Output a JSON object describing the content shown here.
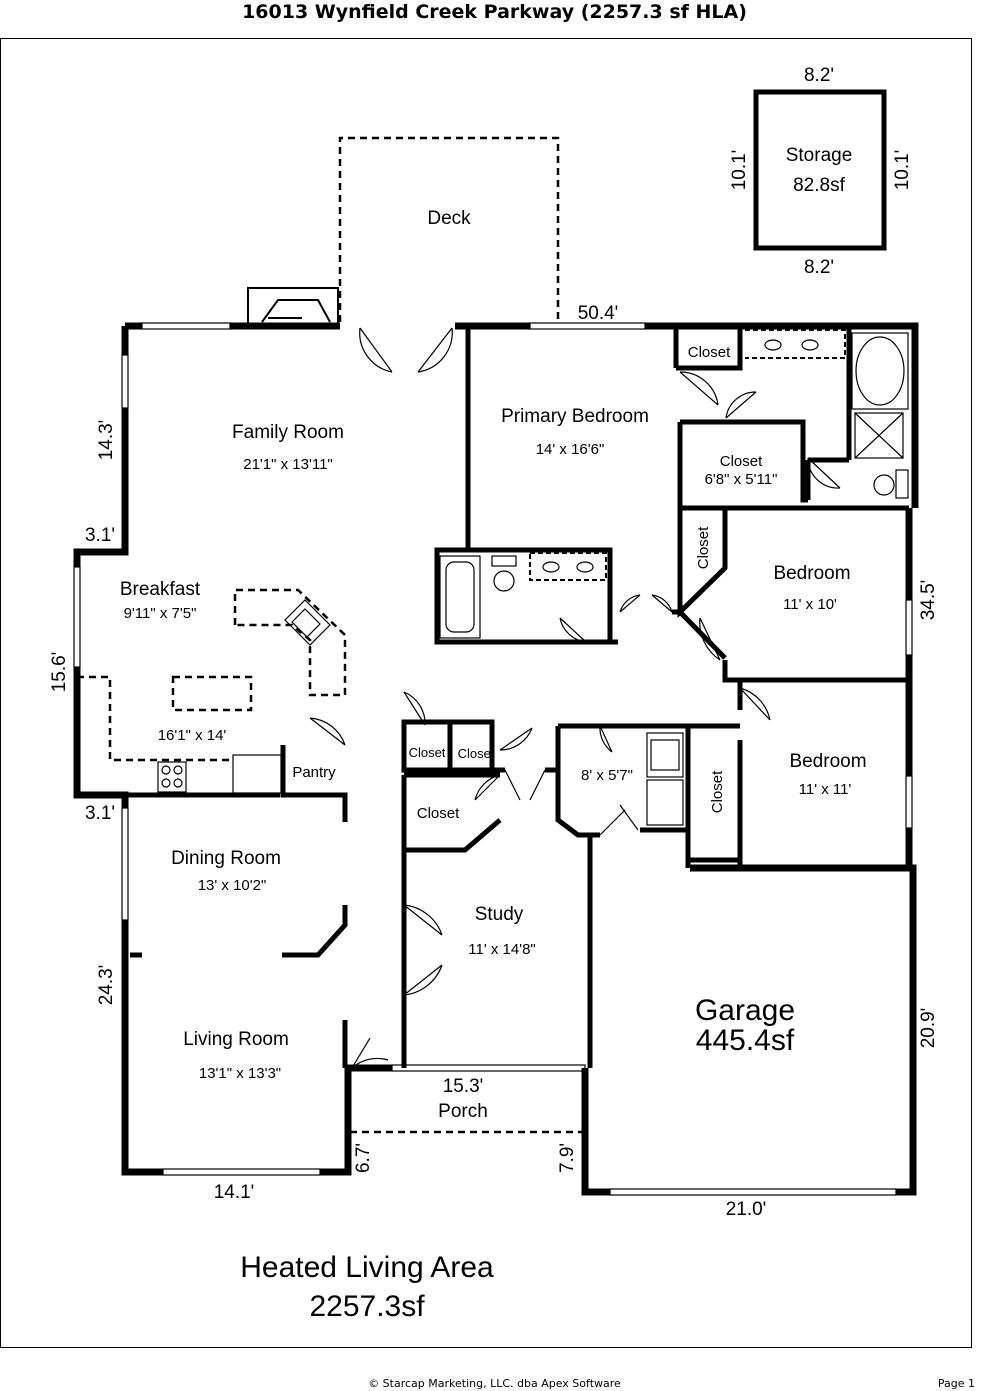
{
  "title": "16013 Wynfield Creek Parkway (2257.3 sf HLA)",
  "footer": {
    "credit": "© Starcap Marketing, LLC. dba Apex Software",
    "page": "Page 1"
  },
  "summary": {
    "heading": "Heated Living Area",
    "area": "2257.3sf"
  },
  "rooms": {
    "family_room": {
      "name": "Family Room",
      "size": "21'1\" x 13'11\""
    },
    "primary_bedroom": {
      "name": "Primary Bedroom",
      "size": "14' x 16'6\""
    },
    "breakfast": {
      "name": "Breakfast",
      "size": "9'11\" x 7'5\""
    },
    "kitchen": {
      "size": "16'1\" x 14'"
    },
    "pantry": {
      "name": "Pantry"
    },
    "dining_room": {
      "name": "Dining Room",
      "size": "13' x 10'2\""
    },
    "living_room": {
      "name": "Living Room",
      "size": "13'1\" x 13'3\""
    },
    "study": {
      "name": "Study",
      "size": "11' x 14'8\""
    },
    "laundry": {
      "size": "8' x 5'7\""
    },
    "bedroom_1": {
      "name": "Bedroom",
      "size": "11' x 10'"
    },
    "bedroom_2": {
      "name": "Bedroom",
      "size": "11' x 11'"
    },
    "closet_primary_small": {
      "name": "Closet"
    },
    "closet_walkin": {
      "name": "Closet",
      "size": "6'8\" x 5'11\""
    },
    "closet_bed1": {
      "name": "Closet"
    },
    "closet_bed2": {
      "name": "Closet"
    },
    "closet_hall_a": {
      "name": "Closet"
    },
    "closet_hall_b": {
      "name": "Closet"
    },
    "closet_study": {
      "name": "Closet"
    },
    "deck": {
      "name": "Deck"
    },
    "porch": {
      "name": "Porch"
    },
    "garage": {
      "name": "Garage",
      "area": "445.4sf"
    },
    "storage": {
      "name": "Storage",
      "area": "82.8sf"
    }
  },
  "dimensions": {
    "storage_top": "8.2'",
    "storage_bottom": "8.2'",
    "storage_left": "10.1'",
    "storage_right": "10.1'",
    "top": "50.4'",
    "left_family": "14.3'",
    "step_upper": "3.1'",
    "left_breakfast": "15.6'",
    "step_lower": "3.1'",
    "left_living": "24.3'",
    "bottom_living": "14.1'",
    "porch_left": "6.7'",
    "porch_width": "15.3'",
    "porch_right": "7.9'",
    "garage_bottom": "21.0'",
    "garage_right": "20.9'",
    "right_bedrooms": "34.5'"
  }
}
